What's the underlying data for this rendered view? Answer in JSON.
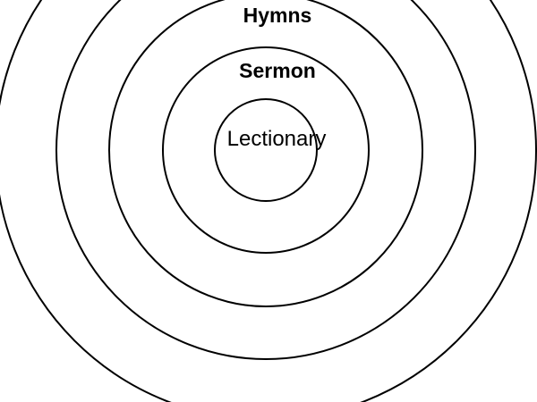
{
  "diagram": {
    "type": "concentric-circles",
    "rings": [
      {
        "label": "Lectionary"
      },
      {
        "label": "Sermon"
      },
      {
        "label": "Hymns"
      },
      {
        "label": ""
      },
      {
        "label": ""
      }
    ],
    "colors": {
      "stroke": "#000000",
      "background": "#ffffff"
    }
  }
}
